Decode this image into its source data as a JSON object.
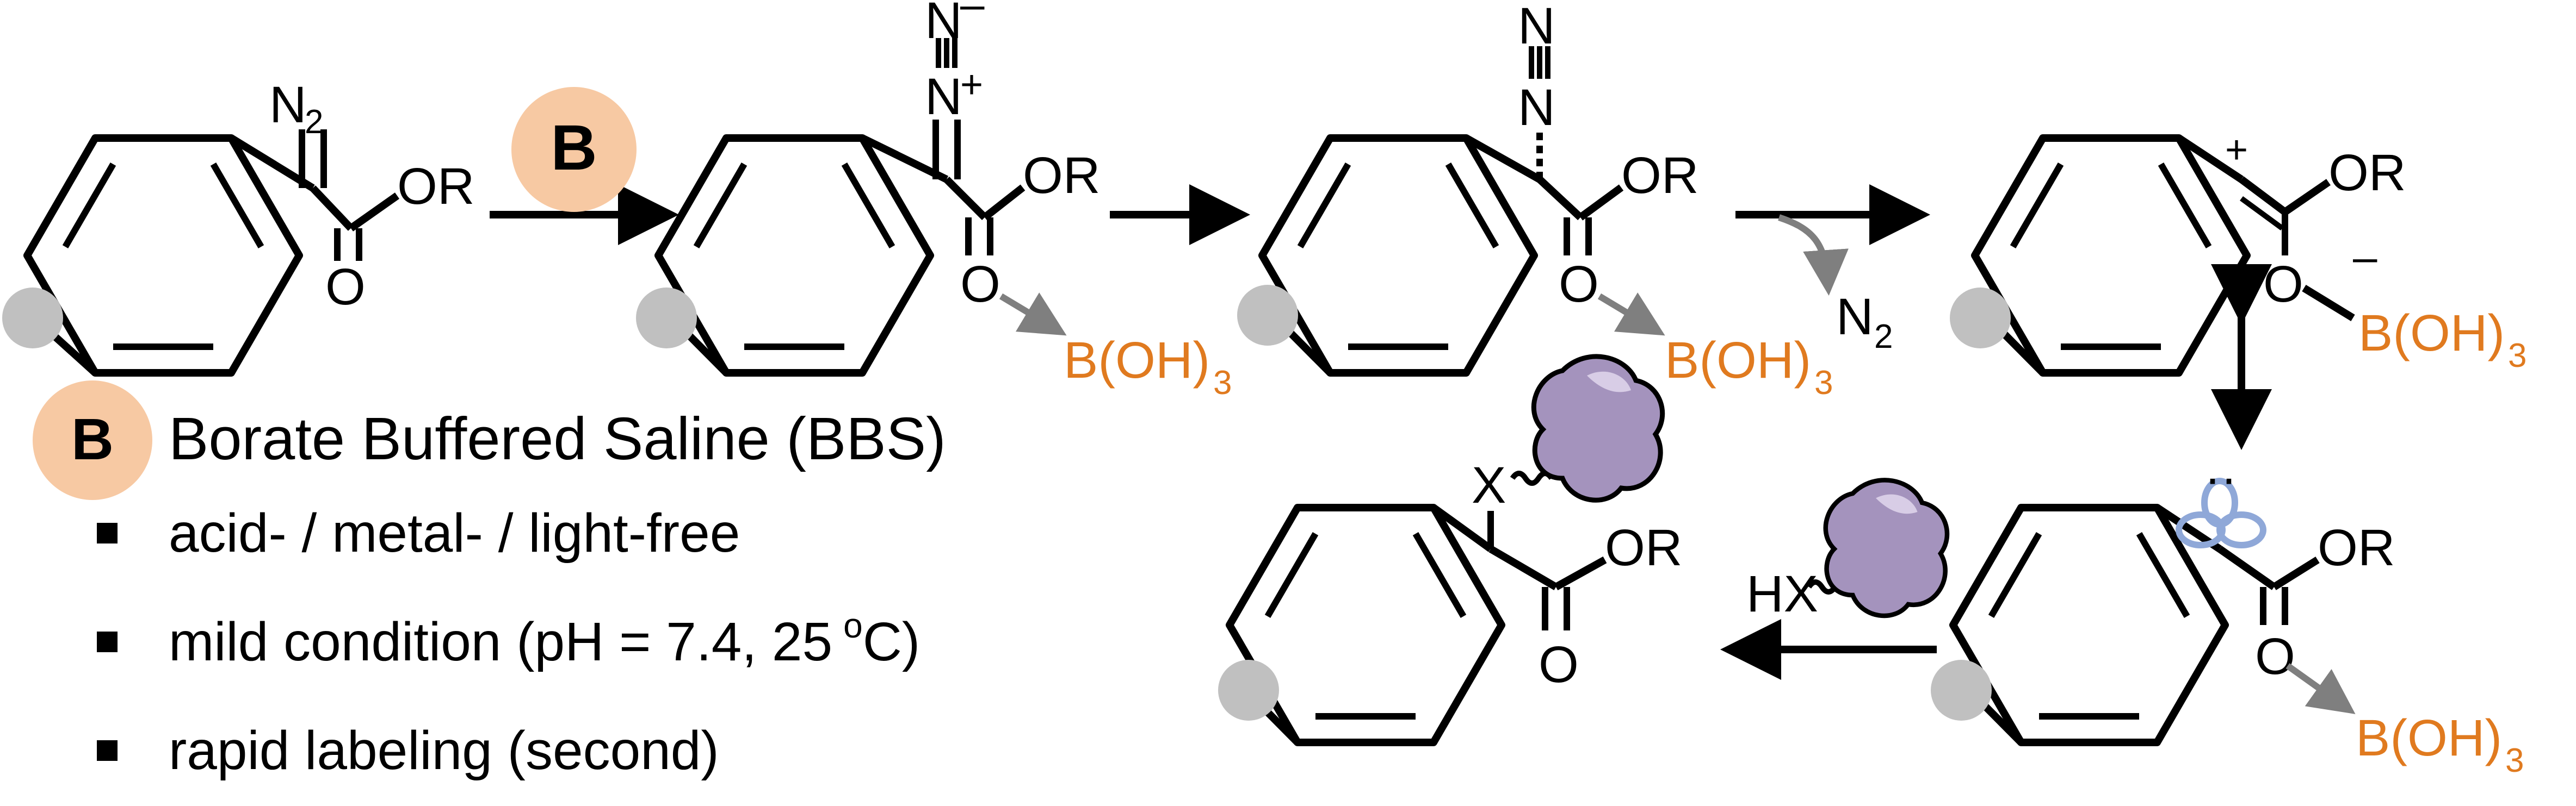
{
  "colors": {
    "ink": "#000000",
    "borate": "#e07a1f",
    "badge_fill": "#f7c9a3",
    "gray_dot": "#c0c0c0",
    "arrow_gray": "#7f7f7f",
    "protein_fill": "#a493bd",
    "protein_highlight": "#d8cde6",
    "orbital": "#8fa8d8"
  },
  "reagent_badge": {
    "letter": "B"
  },
  "legend": {
    "title": "Borate Buffered Saline (BBS)",
    "bullets": [
      "acid- / metal- / light-free",
      "mild condition (pH = 7.4, 25",
      "rapid labeling (second)"
    ],
    "temp_superscript": "o",
    "temp_unit": "C)"
  },
  "labels": {
    "n": "N",
    "n2_sub": "2",
    "or": "OR",
    "o": "O",
    "minus": "–",
    "plus": "+",
    "borate": "B(OH)",
    "borate_sub": "3",
    "x": "X",
    "hx": "HX",
    "lone_pair": "··"
  },
  "icons": [
    "protein-blob-icon",
    "gray-dot-icon"
  ]
}
